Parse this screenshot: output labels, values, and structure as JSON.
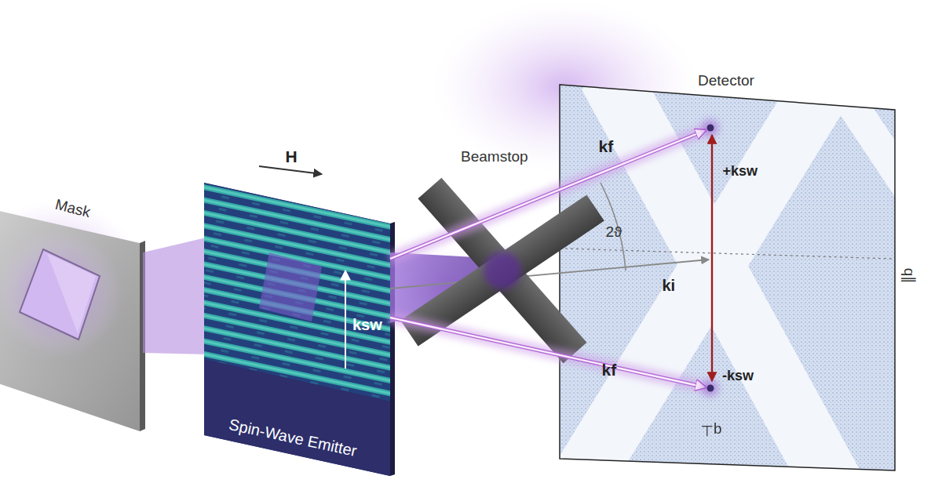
{
  "diagram": {
    "nodes": [
      {
        "text": [
          "Mask"
        ]
      },
      {
        "text": [
          "Spin-Wave Emitter"
        ]
      },
      {
        "text": [
          "Beamstop"
        ]
      },
      {
        "text": [
          "Detector",
          "+ksw",
          "-ksw",
          "q∥",
          "q⊥"
        ]
      }
    ],
    "labels": [
      "H",
      "ksw",
      "kf",
      "2ϑ",
      "ki",
      "kf"
    ]
  }
}
